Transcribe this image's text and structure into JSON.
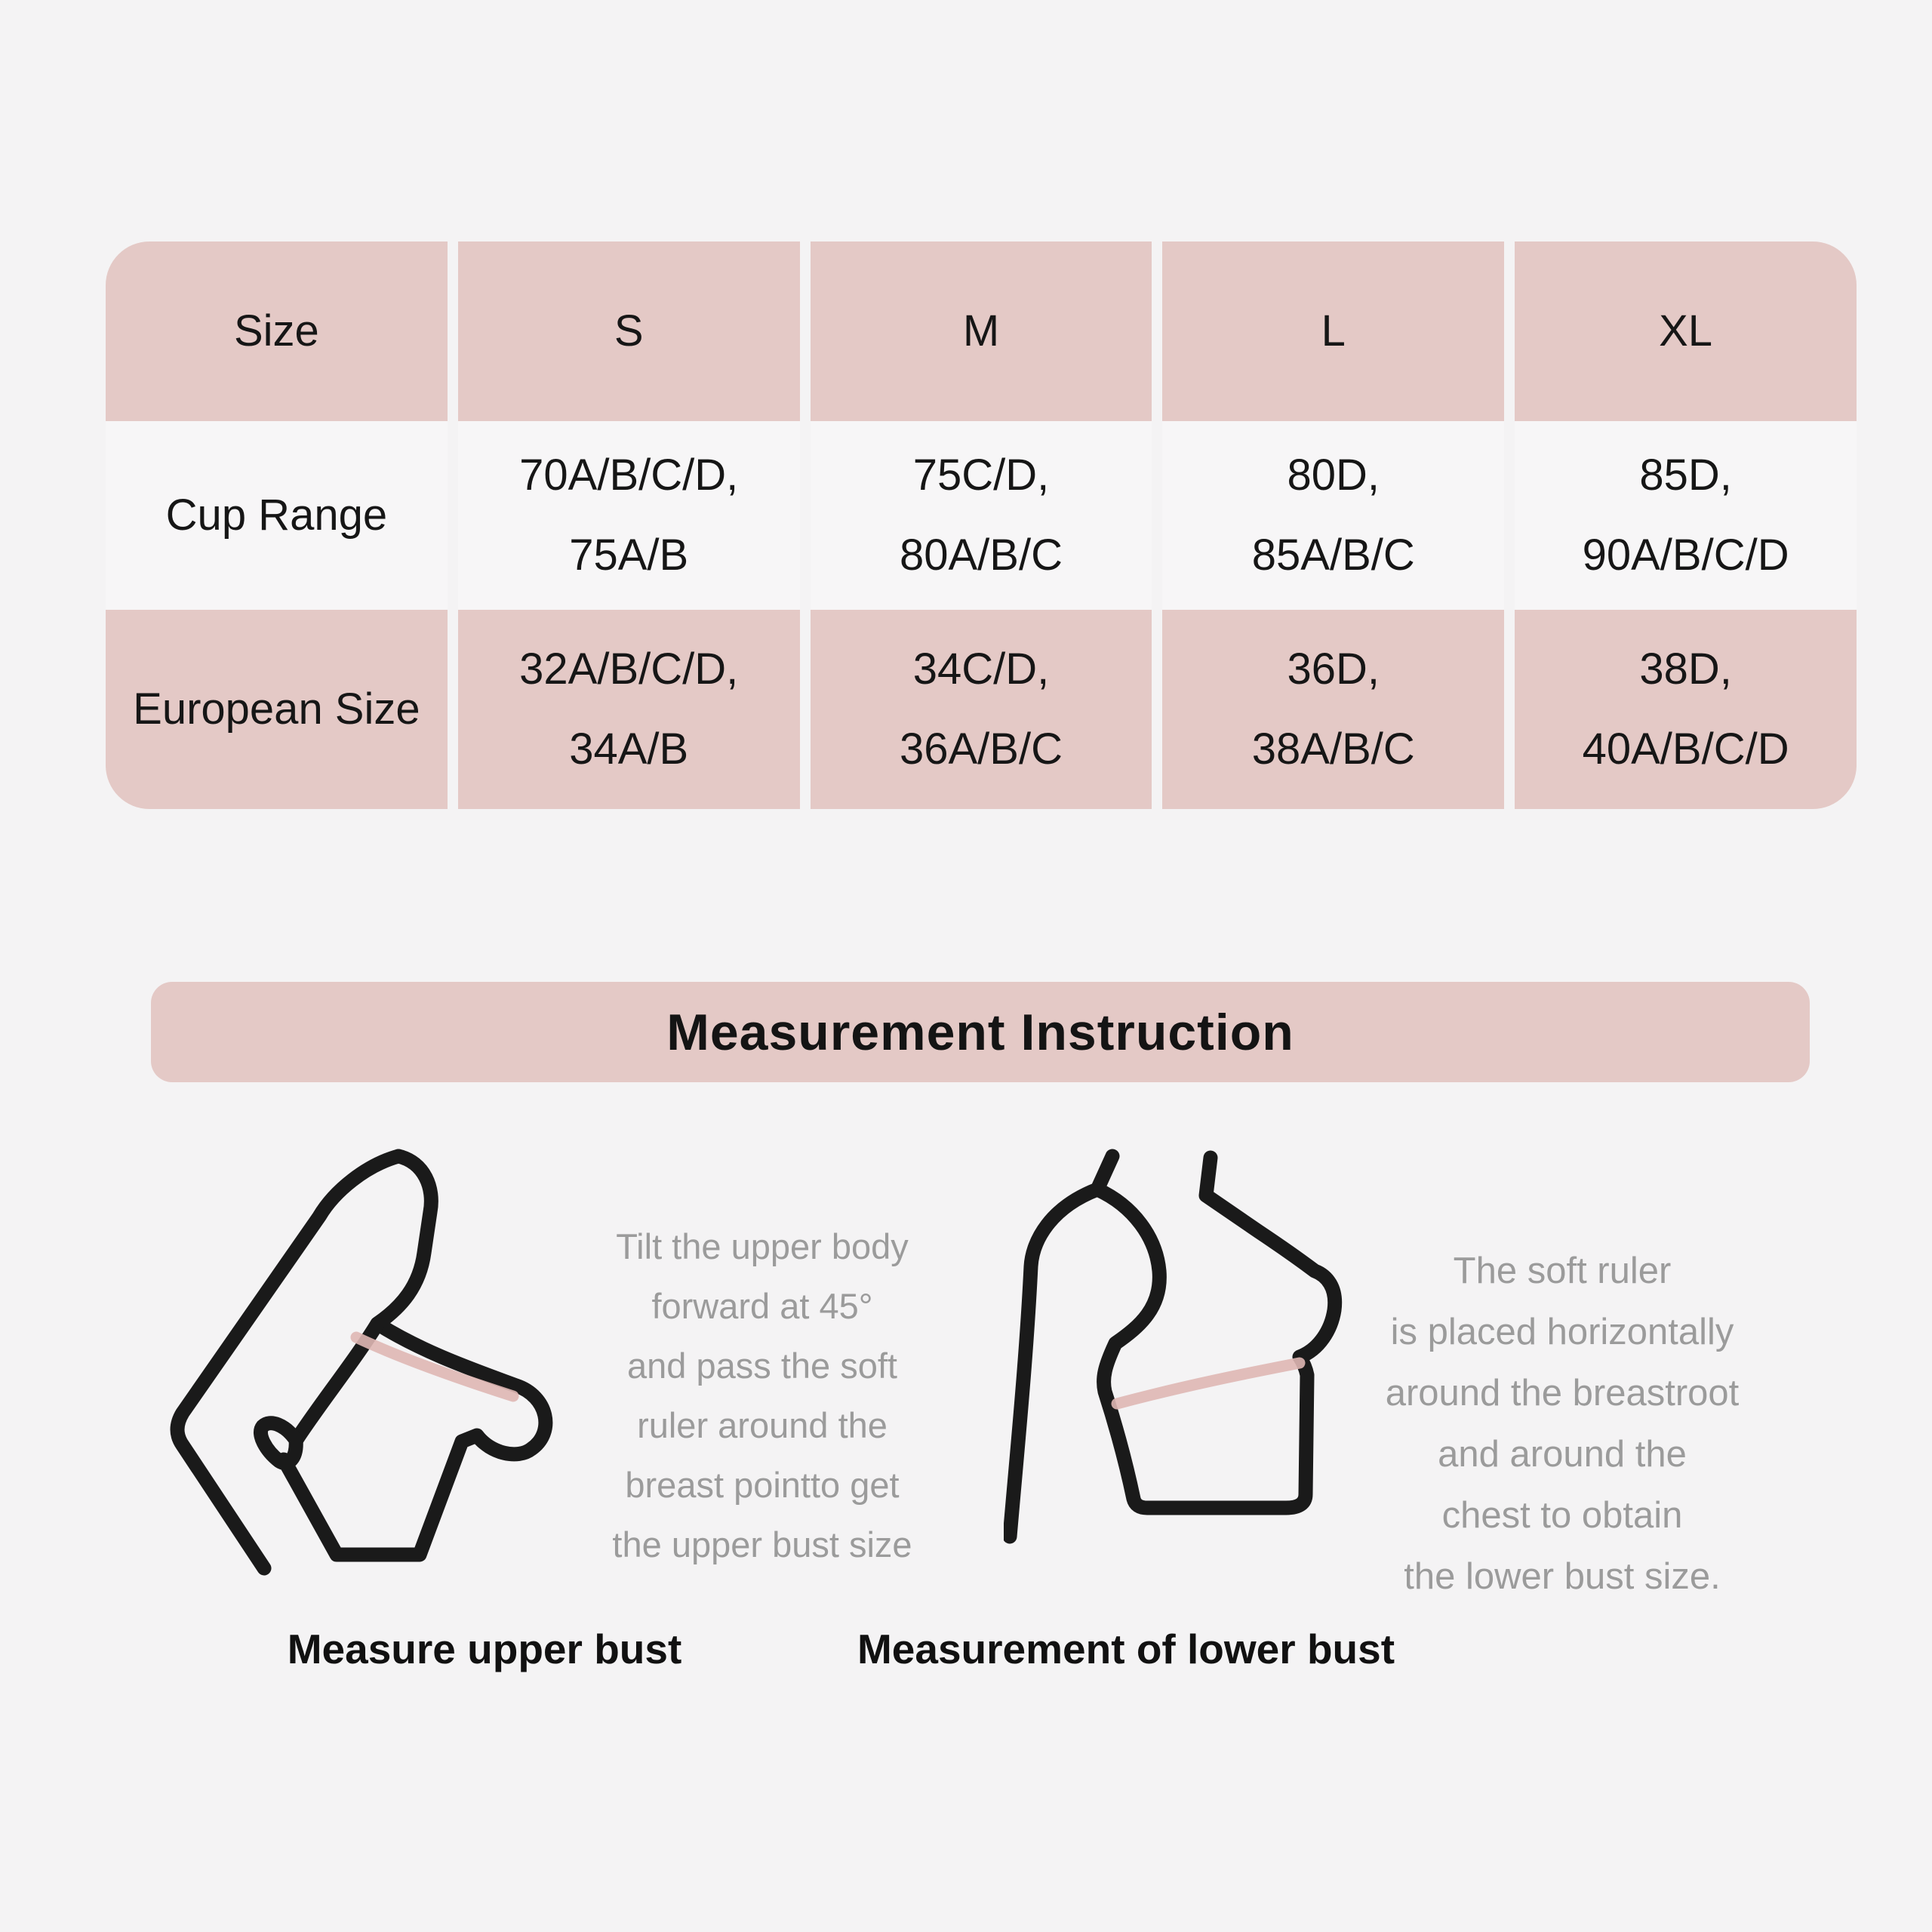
{
  "page": {
    "bg": "#f4f3f4",
    "accent_pink": "#e4c9c6",
    "row_alt": "#f7f6f7",
    "text_dark": "#161616",
    "text_gray": "#9b9b9b",
    "tape_pink": "#dfb7b4"
  },
  "size_table": {
    "columns": [
      "Size",
      "S",
      "M",
      "L",
      "XL"
    ],
    "rows": [
      {
        "label": "Cup Range",
        "values": [
          [
            "70A/B/C/D,",
            "75A/B"
          ],
          [
            "75C/D,",
            "80A/B/C"
          ],
          [
            "80D,",
            "85A/B/C"
          ],
          [
            "85D,",
            "90A/B/C/D"
          ]
        ]
      },
      {
        "label": "European Size",
        "values": [
          [
            "32A/B/C/D,",
            "34A/B"
          ],
          [
            "34C/D,",
            "36A/B/C"
          ],
          [
            "36D,",
            "38A/B/C"
          ],
          [
            "38D,",
            "40A/B/C/D"
          ]
        ]
      }
    ]
  },
  "instruction": {
    "title": "Measurement Instruction",
    "left": {
      "lines": [
        "Tilt the upper body",
        "forward at 45°",
        "and pass the soft",
        "ruler around the",
        "breast pointto get",
        "the upper bust size"
      ],
      "caption": "Measure upper bust"
    },
    "right": {
      "lines": [
        "The soft ruler",
        "is placed horizontally",
        "around the breastroot",
        "and around the",
        "chest to obtain",
        "the lower bust size."
      ],
      "caption": "Measurement of lower bust"
    }
  }
}
